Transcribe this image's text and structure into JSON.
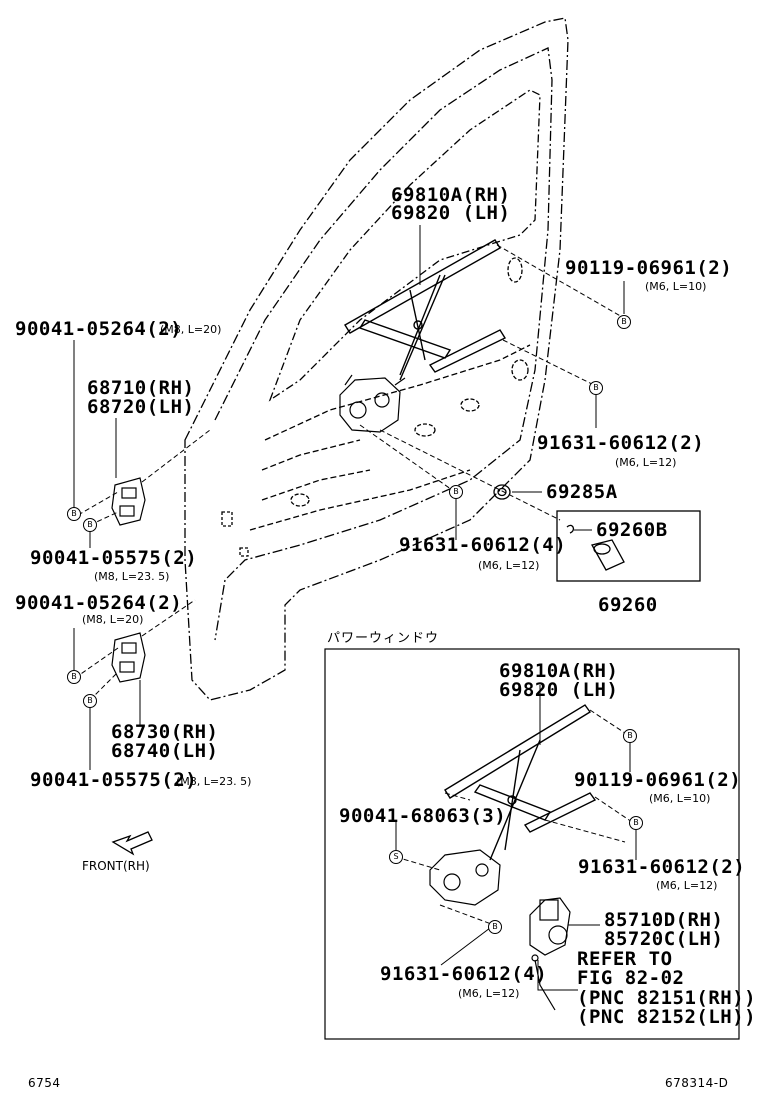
{
  "labels": {
    "reg_rh_top": "69810A(RH)",
    "reg_lh_top": "69820  (LH)",
    "bolt_90119_top": "90119-06961(2)",
    "bolt_90119_top_spec": "(M6, L=10)",
    "bolt_90041_a": "90041-05264(2)",
    "bolt_90041_a_spec": "(M8, L=20)",
    "hinge_upper_rh": "68710(RH)",
    "hinge_upper_lh": "68720(LH)",
    "bolt_91631_right": "91631-60612(2)",
    "bolt_91631_right_spec": "(M6, L=12)",
    "part_69285a": "69285A",
    "part_69260b": "69260B",
    "bolt_91631_mid": "91631-60612(4)",
    "bolt_91631_mid_spec": "(M6, L=12)",
    "part_69260": "69260",
    "bolt_90041_b": "90041-05575(2)",
    "bolt_90041_b_spec": "(M8, L=23. 5)",
    "bolt_90041_c": "90041-05264(2)",
    "bolt_90041_c_spec": "(M8, L=20)",
    "hinge_lower_rh": "68730(RH)",
    "hinge_lower_lh": "68740(LH)",
    "bolt_90041_d": "90041-05575(2)",
    "bolt_90041_d_spec": "(M8, L=23. 5)",
    "front_rh": "FRONT(RH)",
    "power_window_title": "パワーウィンドウ",
    "pw_reg_rh": "69810A(RH)",
    "pw_reg_lh": "69820  (LH)",
    "pw_bolt_90119": "90119-06961(2)",
    "pw_bolt_90119_spec": "(M6, L=10)",
    "pw_bolt_90041": "90041-68063(3)",
    "pw_bolt_91631_right": "91631-60612(2)",
    "pw_bolt_91631_right_spec": "(M6, L=12)",
    "pw_motor_rh": "85710D(RH)",
    "pw_motor_lh": "85720C(LH)",
    "pw_refer_1": "REFER TO",
    "pw_refer_2": "FIG 82-02",
    "pw_refer_3": "(PNC 82151(RH))",
    "pw_refer_4": "(PNC 82152(LH))",
    "pw_bolt_91631_left": "91631-60612(4)",
    "pw_bolt_91631_left_spec": "(M6, L=12)",
    "footer_left": "6754",
    "footer_right": "678314-D"
  },
  "callouts": {
    "b": "B",
    "s": "S"
  }
}
